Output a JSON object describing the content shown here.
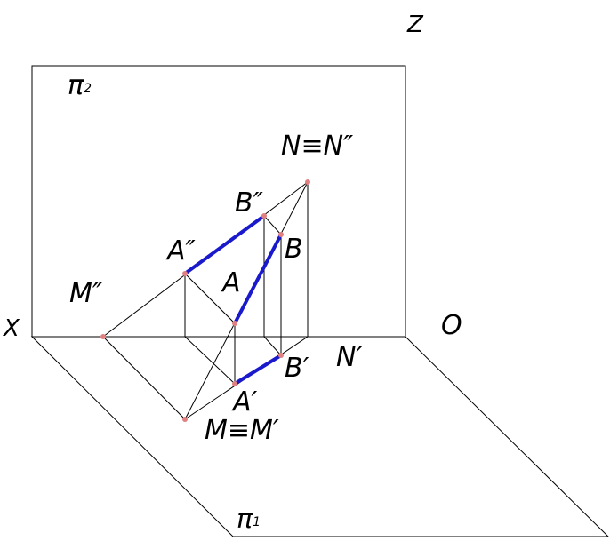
{
  "colors": {
    "line": "#000000",
    "segment": "#1a1acc",
    "point": "#e08080"
  },
  "labels": {
    "z_axis": "Z",
    "x_axis": "X",
    "origin": "O",
    "pi2_main": "π",
    "pi2_sub": "2",
    "pi1_main": "π",
    "pi1_sub": "1",
    "n_pair": "N≡N″",
    "b_double": "B″",
    "b": "B",
    "a_double": "A″",
    "a": "A",
    "m_double": "M″",
    "n_prime": "N′",
    "b_prime": "B′",
    "a_prime": "A′",
    "m_pair": "M≡M′"
  }
}
